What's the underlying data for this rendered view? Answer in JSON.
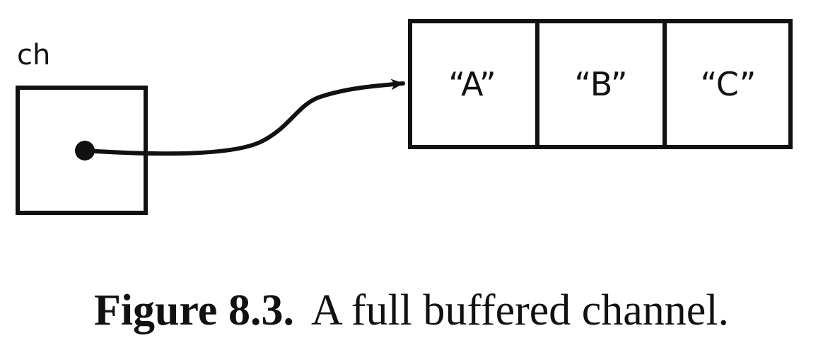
{
  "variable": {
    "name": "ch"
  },
  "buffer": {
    "cells": [
      "“A”",
      "“B”",
      "“C”"
    ]
  },
  "caption": {
    "label": "Figure 8.3.",
    "text": "A full buffered channel."
  }
}
